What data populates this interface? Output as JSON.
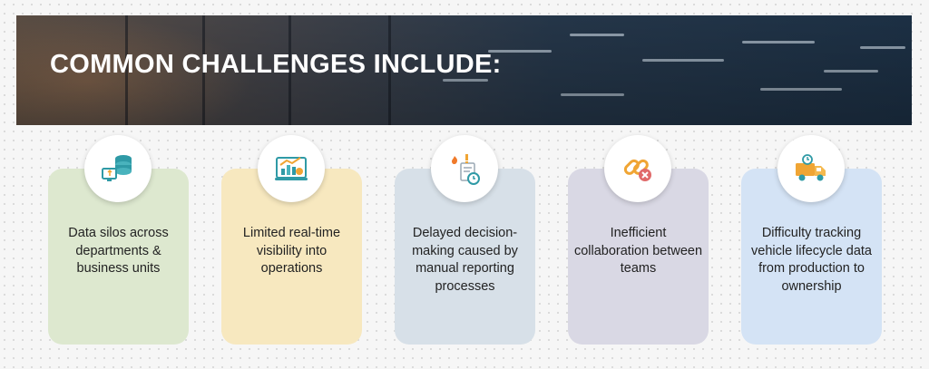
{
  "header": {
    "title": "COMMON CHALLENGES INCLUDE:"
  },
  "cards": [
    {
      "text": "Data silos across departments & business units",
      "icon": "database-icon",
      "color": "#dde8cf"
    },
    {
      "text": "Limited real-time visibility into operations",
      "icon": "analytics-monitor-icon",
      "color": "#f7e8bf"
    },
    {
      "text": "Delayed decision-making caused by manual reporting processes",
      "icon": "delayed-report-icon",
      "color": "#d7e0e8"
    },
    {
      "text": "Inefficient collaboration between teams",
      "icon": "broken-link-icon",
      "color": "#d9d8e4"
    },
    {
      "text": "Difficulty tracking vehicle lifecycle data from production to ownership",
      "icon": "delivery-truck-icon",
      "color": "#d4e3f5"
    }
  ]
}
